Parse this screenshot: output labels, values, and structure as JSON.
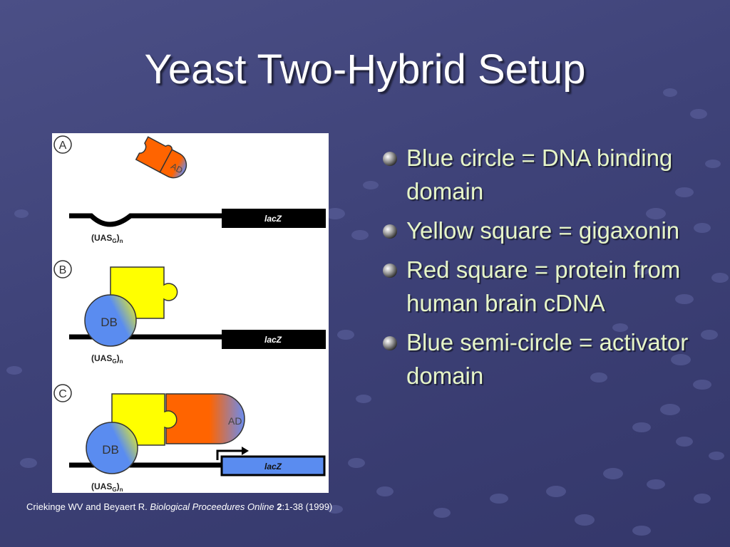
{
  "slide": {
    "title": "Yeast Two-Hybrid Setup",
    "bullets": [
      "Blue circle = DNA binding domain",
      "Yellow square = gigaxonin",
      "Red square = protein from human brain cDNA",
      "Blue semi-circle = activator domain"
    ],
    "citation": {
      "authors": "Criekinge WV and Beyaert R.",
      "journal": "Biological Proceedures Online",
      "volume": "2",
      "pages": ":1-38 (1999)"
    }
  },
  "figure": {
    "panel_labels": [
      "A",
      "B",
      "C"
    ],
    "gene_label": "lacZ",
    "promoter_label": "UAS",
    "promoter_sub": "G",
    "promoter_sup": "n",
    "db_label": "DB",
    "ad_label": "AD"
  },
  "colors": {
    "text": "#e6f5c8",
    "yellow": "#ffff00",
    "red_orange": "#ff6400",
    "blue": "#5a8cf0",
    "reporter_active": "#5a8cf0"
  },
  "icons": {
    "bullet": "sphere-bullet-icon"
  }
}
